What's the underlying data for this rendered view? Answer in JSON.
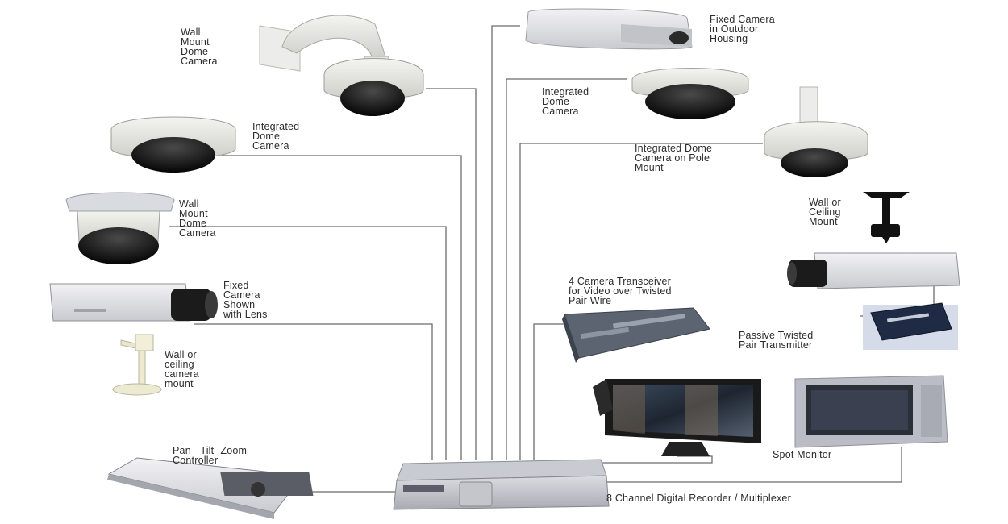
{
  "labels": {
    "wall_mount_dome_top": "Wall\nMount\nDome\nCamera",
    "integrated_dome_left": "Integrated\nDome\nCamera",
    "wall_mount_dome_mid": "Wall\nMount\nDome\nCamera",
    "fixed_camera_lens": "Fixed\nCamera\nShown\nwith Lens",
    "wall_ceiling_mount_left": "Wall or\nceiling\ncamera\nmount",
    "ptz_controller": "Pan - Tilt -Zoom\nController",
    "fixed_outdoor": "Fixed Camera\nin Outdoor\nHousing",
    "integrated_dome_center": "Integrated\nDome\nCamera",
    "integrated_dome_pole": "Integrated Dome\nCamera on Pole\nMount",
    "wall_ceiling_mount_right": "Wall or\nCeiling\nMount",
    "transceiver": "4 Camera Transceiver\nfor Video over Twisted\nPair Wire",
    "passive_transmitter": "Passive Twisted\nPair Transmitter",
    "spot_monitor": "Spot Monitor",
    "recorder": "8 Channel Digital Recorder / Multiplexer"
  },
  "icons": [
    "wall-mount-dome-camera-icon",
    "integrated-dome-camera-icon",
    "fixed-camera-icon",
    "wall-mount-icon",
    "ptz-controller-icon",
    "outdoor-housing-camera-icon",
    "pole-mount-dome-camera-icon",
    "ceiling-mount-icon",
    "transceiver-icon",
    "passive-transmitter-icon",
    "lcd-monitor-icon",
    "crt-monitor-icon",
    "digital-recorder-icon"
  ],
  "colors": {
    "wire": "#6c6c6c",
    "device": "#e9e9e9",
    "lens": "#111111",
    "label": "#2b2b2b"
  }
}
